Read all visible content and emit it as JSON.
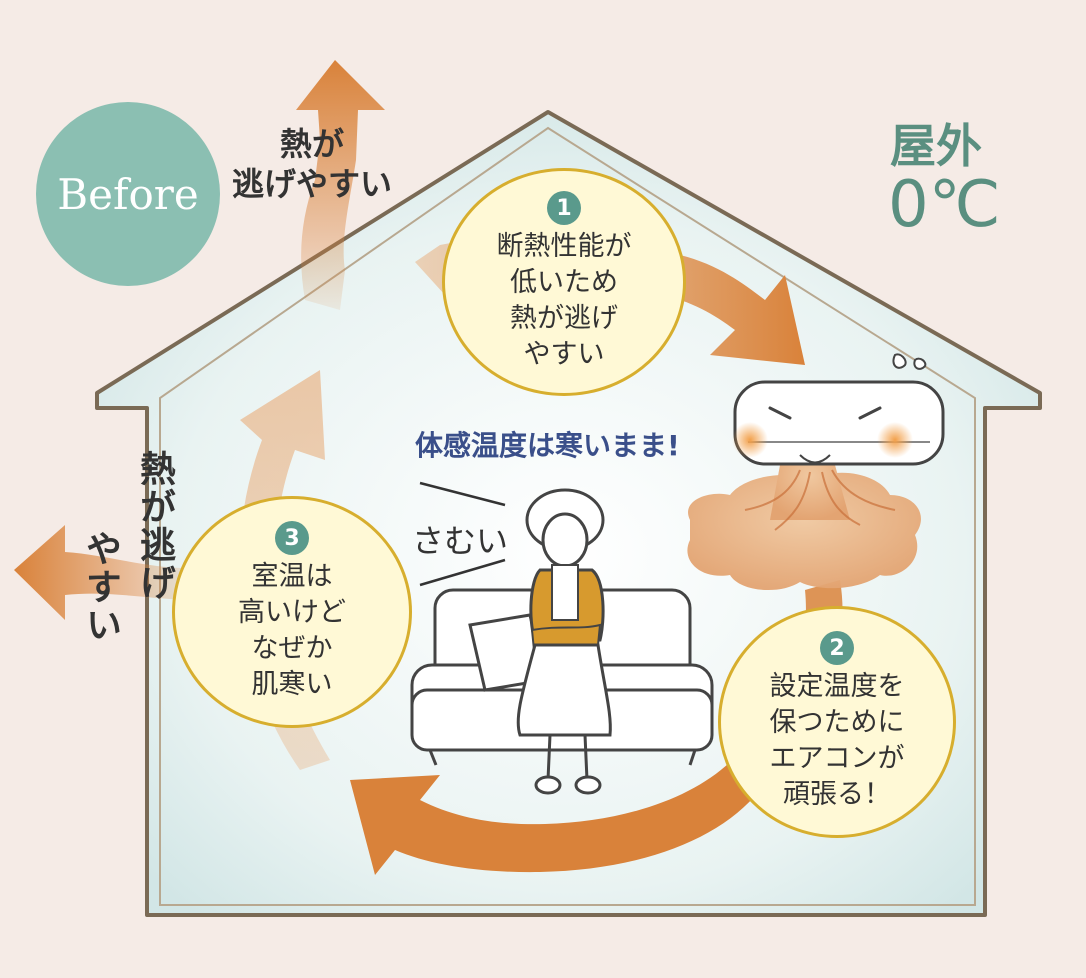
{
  "badge": {
    "text": "Before"
  },
  "outdoor": {
    "label": "屋外",
    "temp": "0℃"
  },
  "escape_top": {
    "line1": "熱が",
    "line2": "逃げやすい"
  },
  "escape_left": {
    "line1": "熱が逃げ",
    "line2": "やすい"
  },
  "feel_text": "体感温度は寒いまま!",
  "speech": "さむい",
  "steps": [
    {
      "num": "1",
      "lines": [
        "断熱性能が",
        "低いため",
        "熱が逃げ",
        "やすい"
      ]
    },
    {
      "num": "2",
      "lines": [
        "設定温度を",
        "保つために",
        "エアコンが",
        "頑張る！"
      ]
    },
    {
      "num": "3",
      "lines": [
        "室温は",
        "高いけど",
        "なぜか",
        "肌寒い"
      ]
    }
  ],
  "colors": {
    "background": "#f5ebe6",
    "house_fill": "#e4efee",
    "house_outline": "#7a6a55",
    "arrow_orange": "#d9823a",
    "badge_teal": "#8bbfb2",
    "outdoor_teal": "#5a8f80",
    "circle_border": "#d7ae2e",
    "feel_blue": "#3a4f8a"
  },
  "icons": [
    "house-outline",
    "air-conditioner-icon",
    "person-figure",
    "sofa-icon",
    "warm-air-cloud"
  ]
}
